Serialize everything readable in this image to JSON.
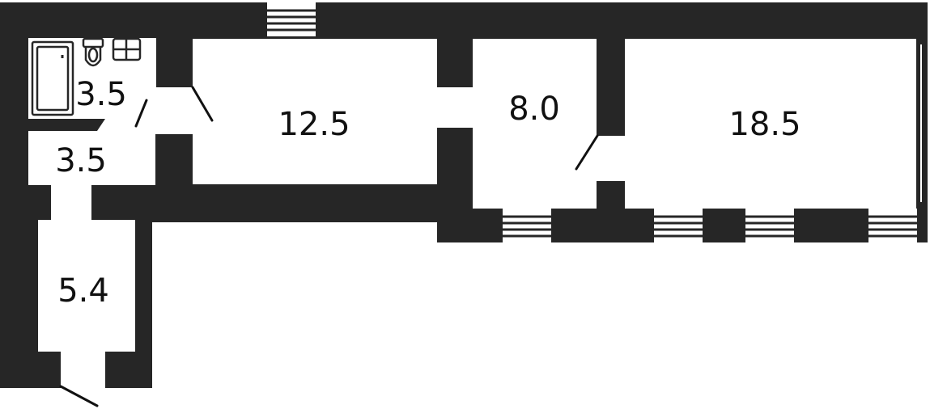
{
  "colors": {
    "wall": "#262626",
    "background": "#ffffff",
    "room": "#ffffff",
    "line": "#111111"
  },
  "rooms": [
    {
      "id": "bathroom",
      "label": "3.5"
    },
    {
      "id": "hall",
      "label": "3.5"
    },
    {
      "id": "room-a",
      "label": "12.5"
    },
    {
      "id": "room-b",
      "label": "8.0"
    },
    {
      "id": "room-c",
      "label": "18.5"
    },
    {
      "id": "entry",
      "label": "5.4"
    }
  ],
  "icons": [
    "bathtub-icon",
    "toilet-icon",
    "sink-icon",
    "window-icon",
    "door-swing-icon"
  ]
}
